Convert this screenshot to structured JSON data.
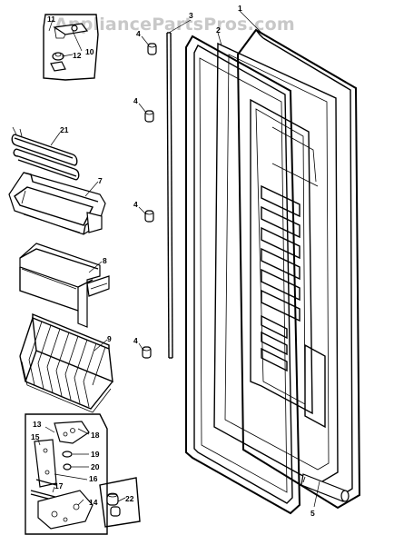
{
  "watermark": "AppliancePartsPros.com",
  "callouts": {
    "c1": "1",
    "c2": "2",
    "c3": "3",
    "c4a": "4",
    "c4b": "4",
    "c4c": "4",
    "c5": "5",
    "c7": "7",
    "c8": "8",
    "c9": "9",
    "c10": "10",
    "c11": "11",
    "c12": "12",
    "c13": "13",
    "c14": "14",
    "c15": "15",
    "c16": "16",
    "c17": "17",
    "c18": "18",
    "c19": "19",
    "c20": "20",
    "c21": "21",
    "c22": "22"
  },
  "icons": {
    "door": "door-panel-icon",
    "gasket": "door-gasket-icon",
    "bin": "door-bin-icon",
    "shelf_bar": "shelf-bar-icon",
    "wire_rack": "wire-rack-icon",
    "hinge": "hinge-kit-icon"
  }
}
